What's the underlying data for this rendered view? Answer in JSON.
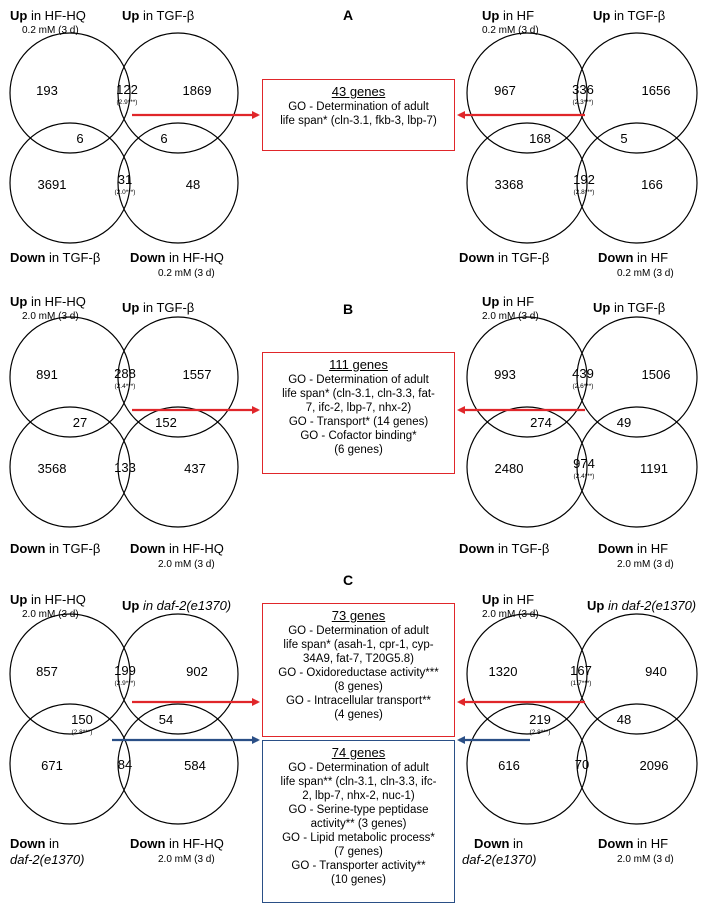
{
  "panels": [
    {
      "letter": "A",
      "left": {
        "tl": {
          "up": "Up",
          "in": " in HF-HQ",
          "sub": "0.2 mM (3 d)"
        },
        "tr": {
          "up": "Up",
          "in": " in TGF-β",
          "sub": ""
        },
        "bl": {
          "down": "Down",
          "in": " in TGF-β",
          "sub": ""
        },
        "br": {
          "down": "Down",
          "in": " in HF-HQ",
          "sub": "0.2 mM (3 d)"
        },
        "counts": {
          "tl": "193",
          "top": "122",
          "top_ratio": "(2.9***)",
          "tr": "1869",
          "left": "6",
          "right": "6",
          "bl": "3691",
          "bottom": "31",
          "bottom_ratio": "(2.0***)",
          "br": "48"
        }
      },
      "right": {
        "tl": {
          "up": "Up",
          "in": " in HF",
          "sub": "0.2 mM (3 d)"
        },
        "tr": {
          "up": "Up",
          "in": " in TGF-β",
          "sub": ""
        },
        "bl": {
          "down": "Down",
          "in": " in TGF-β",
          "sub": ""
        },
        "br": {
          "down": "Down",
          "in": " in HF",
          "sub": "0.2 mM (3 d)"
        },
        "counts": {
          "tl": "967",
          "top": "336",
          "top_ratio": "(2.3***)",
          "tr": "1656",
          "left": "168",
          "right": "5",
          "bl": "3368",
          "bottom": "192",
          "bottom_ratio": "(2.8***)",
          "br": "166"
        }
      },
      "box": {
        "title": "43 genes",
        "lines": [
          "GO - Determination of adult",
          "life span* (cln-3.1, fkb-3, lbp-7)"
        ]
      }
    },
    {
      "letter": "B",
      "left": {
        "tl": {
          "up": "Up",
          "in": " in HF-HQ",
          "sub": "2.0 mM (3 d)"
        },
        "tr": {
          "up": "Up",
          "in": " in TGF-β",
          "sub": ""
        },
        "bl": {
          "down": "Down",
          "in": " in TGF-β",
          "sub": ""
        },
        "br": {
          "down": "Down",
          "in": " in HF-HQ",
          "sub": "2.0 mM (3 d)"
        },
        "counts": {
          "tl": "891",
          "top": "288",
          "top_ratio": "(2.4***)",
          "tr": "1557",
          "left": "27",
          "right": "152",
          "bl": "3568",
          "bottom": "133",
          "bottom_ratio": "",
          "br": "437"
        }
      },
      "right": {
        "tl": {
          "up": "Up",
          "in": " in HF",
          "sub": "2.0 mM (3 d)"
        },
        "tr": {
          "up": "Up",
          "in": " in TGF-β",
          "sub": ""
        },
        "bl": {
          "down": "Down",
          "in": " in TGF-β",
          "sub": ""
        },
        "br": {
          "down": "Down",
          "in": " in HF",
          "sub": "2.0 mM (3 d)"
        },
        "counts": {
          "tl": "993",
          "top": "439",
          "top_ratio": "(2.6***)",
          "tr": "1506",
          "left": "274",
          "right": "49",
          "bl": "2480",
          "bottom": "974",
          "bottom_ratio": "(2.4***)",
          "br": "1191"
        }
      },
      "box": {
        "title": "111 genes",
        "lines": [
          "GO - Determination of adult",
          "life span* (cln-3.1, cln-3.3, fat-",
          "7, ifc-2, lbp-7, nhx-2)",
          "GO - Transport* (14 genes)",
          "GO - Cofactor binding*",
          "(6 genes)"
        ]
      }
    },
    {
      "letter": "C",
      "left": {
        "tl": {
          "up": "Up",
          "in": " in HF-HQ",
          "sub": "2.0 mM (3 d)"
        },
        "tr": {
          "up": "Up",
          "in": " in daf-2(e1370)",
          "sub": ""
        },
        "bl": {
          "down": "Down",
          "in": " in",
          "sub": "daf-2(e1370)"
        },
        "br": {
          "down": "Down",
          "in": " in HF-HQ",
          "sub": "2.0 mM (3 d)"
        },
        "counts": {
          "tl": "857",
          "top": "199",
          "top_ratio": "(2.9***)",
          "tr": "902",
          "left": "150",
          "left_ratio": "(2.8***)",
          "right": "54",
          "bl": "671",
          "bottom": "84",
          "bottom_ratio": "",
          "br": "584"
        }
      },
      "right": {
        "tl": {
          "up": "Up",
          "in": " in HF",
          "sub": "2.0 mM (3 d)"
        },
        "tr": {
          "up": "Up",
          "in": " in daf-2(e1370)",
          "sub": ""
        },
        "bl": {
          "down": "Down",
          "in": " in",
          "sub": "daf-2(e1370)"
        },
        "br": {
          "down": "Down",
          "in": " in HF",
          "sub": "2.0 mM (3 d)"
        },
        "counts": {
          "tl": "1320",
          "top": "167",
          "top_ratio": "(1.7***)",
          "tr": "940",
          "left": "219",
          "left_ratio": "(2.8***)",
          "right": "48",
          "bl": "616",
          "bottom": "70",
          "bottom_ratio": "",
          "br": "2096"
        }
      },
      "box_red": {
        "title": "73 genes",
        "lines": [
          "GO - Determination of adult",
          "life span* (asah-1, cpr-1, cyp-",
          "34A9, fat-7, T20G5.8)",
          "GO - Oxidoreductase activity***",
          "(8 genes)",
          "GO - Intracellular transport**",
          "(4 genes)"
        ]
      },
      "box_blue": {
        "title": "74 genes",
        "lines": [
          "GO - Determination of adult",
          "life span** (cln-3.1, cln-3.3, ifc-",
          "2, lbp-7, nhx-2, nuc-1)",
          "GO - Serine-type peptidase",
          "activity** (3 genes)",
          "GO - Lipid metabolic process*",
          "(7 genes)",
          "GO - Transporter activity**",
          "(10 genes)"
        ]
      }
    }
  ],
  "colors": {
    "red_arrow": "#e0262a",
    "blue_arrow": "#2a4f86",
    "circle": "#000000"
  }
}
